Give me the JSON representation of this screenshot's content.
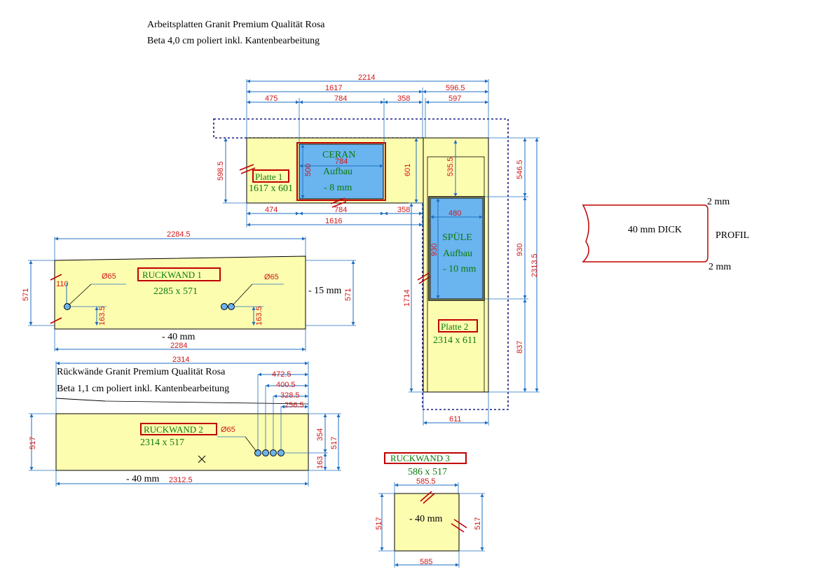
{
  "header": {
    "line1": "Arbeitsplatten Granit Premium Qualität Rosa",
    "line2": "Beta 4,0 cm poliert inkl. Kantenbearbeitung"
  },
  "backsplash_header": {
    "line1": "Rückwände Granit Premium Qualität Rosa",
    "line2": "Beta 1,1 cm poliert inkl. Kantenbearbeitung"
  },
  "platte1": {
    "name": "Platte 1",
    "size": "1617 x 601",
    "dims": {
      "total_top": "2214",
      "top_1617": "1617",
      "top_596_5": "596.5",
      "top_475": "475",
      "top_784": "784",
      "top_358": "358",
      "top_597": "597",
      "left_598_5": "598.5",
      "right_601": "601",
      "bot_474": "474",
      "bot_784": "784",
      "bot_358": "358",
      "bot_1616": "1616",
      "cut_w_784": "784",
      "cut_h_500": "500"
    },
    "cutout": {
      "line1": "CERAN",
      "line2": "Aufbau",
      "line3": "- 8 mm"
    }
  },
  "platte2": {
    "name": "Platte 2",
    "size": "2314 x 611",
    "dims": {
      "d_535_5": "535.5",
      "d_546_5": "546.5",
      "d_480": "480",
      "d_930_in": "930",
      "d_930_r": "930",
      "d_2313_5": "2313.5",
      "d_1714": "1714",
      "d_837": "837",
      "d_611": "611"
    },
    "cutout": {
      "line1": "SPÜLE",
      "line2": "Aufbau",
      "line3": "- 10 mm"
    }
  },
  "ruckwand1": {
    "name": "RUCKWAND 1",
    "size": "2285 x 571",
    "dims": {
      "top": "2284.5",
      "bottom": "2284",
      "left": "571",
      "right": "571",
      "d110": "110",
      "hole_a": "Ø65",
      "hole_b": "Ø65",
      "h1": "163.5",
      "h2": "163.5"
    },
    "edge": "- 15 mm",
    "thick": "- 40 mm"
  },
  "ruckwand2": {
    "name": "RUCKWAND 2",
    "size": "2314 x 517",
    "dims": {
      "top": "2314",
      "d472_5": "472.5",
      "d400_5": "400.5",
      "d328_5": "328.5",
      "d256_5": "256.5",
      "left": "517",
      "right": "517",
      "d354": "354",
      "d163": "163",
      "bottom": "2312.5",
      "hole": "Ø65"
    },
    "thick": "- 40 mm"
  },
  "ruckwand3": {
    "name": "RUCKWAND 3",
    "size": "586 x 517",
    "dims": {
      "top": "585.5",
      "bottom": "585",
      "left": "517",
      "right": "517"
    },
    "thick": "- 40 mm"
  },
  "profil": {
    "title": "PROFIL",
    "thickness": "40 mm DICK",
    "top": "2 mm",
    "bottom": "2 mm"
  },
  "colors": {
    "slab": "#fdfdb0",
    "cutout": "#6ab4f0",
    "dimension_line": "#1f6fc0",
    "dimension_text": "#d01818",
    "label_text": "#0a7a0a",
    "label_box": "#c00000"
  }
}
